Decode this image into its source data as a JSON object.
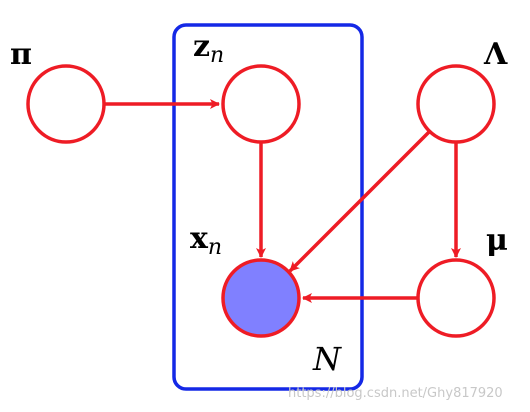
{
  "diagram": {
    "type": "graphical-model",
    "colors": {
      "node_stroke": "#ee1c25",
      "observed_fill": "#8080ff",
      "plate_stroke": "#1428e6",
      "edge": "#ee1c25"
    },
    "nodes": {
      "pi": {
        "symbol": "π",
        "subscript": "",
        "observed": false
      },
      "z": {
        "symbol": "z",
        "subscript": "n",
        "observed": false
      },
      "lambda": {
        "symbol": "Λ",
        "subscript": "",
        "observed": false
      },
      "x": {
        "symbol": "x",
        "subscript": "n",
        "observed": true
      },
      "mu": {
        "symbol": "μ",
        "subscript": "",
        "observed": false
      }
    },
    "edges": [
      {
        "from": "pi",
        "to": "z"
      },
      {
        "from": "z",
        "to": "x"
      },
      {
        "from": "lambda",
        "to": "x"
      },
      {
        "from": "lambda",
        "to": "mu"
      },
      {
        "from": "mu",
        "to": "x"
      }
    ],
    "plate": {
      "label": "N",
      "contains": [
        "z",
        "x"
      ]
    }
  },
  "watermark": "https://blog.csdn.net/Ghy817920"
}
